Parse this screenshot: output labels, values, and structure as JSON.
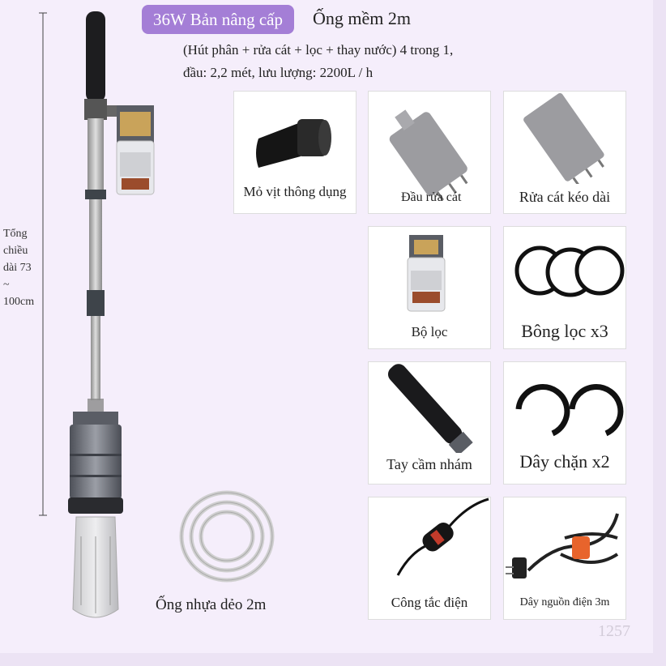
{
  "header": {
    "badge": "36W Bản nâng cấp",
    "hose": "Ống mềm 2m",
    "desc_line1": "(Hút phân + rửa cát + lọc + thay nước) 4 trong 1,",
    "desc_line2": "đầu: 2,2 mét, lưu lượng: 2200L / h"
  },
  "length": {
    "line1": "Tổng",
    "line2": "chiều",
    "line3": "dài 73",
    "line4": "~",
    "line5": "100cm"
  },
  "items": {
    "duck": "Mỏ vịt thông dụng",
    "sand_head": "Đầu rửa cát",
    "sand_ext": "Rửa cát kéo dài",
    "filter": "Bộ lọc",
    "cotton": "Bông lọc x3",
    "handle": "Tay cầm nhám",
    "strap": "Dây chặn x2",
    "switch": "Công tắc điện",
    "power": "Dây nguồn điện 3m"
  },
  "hose_label": "Ống nhựa dẻo 2m",
  "watermark": "1257"
}
